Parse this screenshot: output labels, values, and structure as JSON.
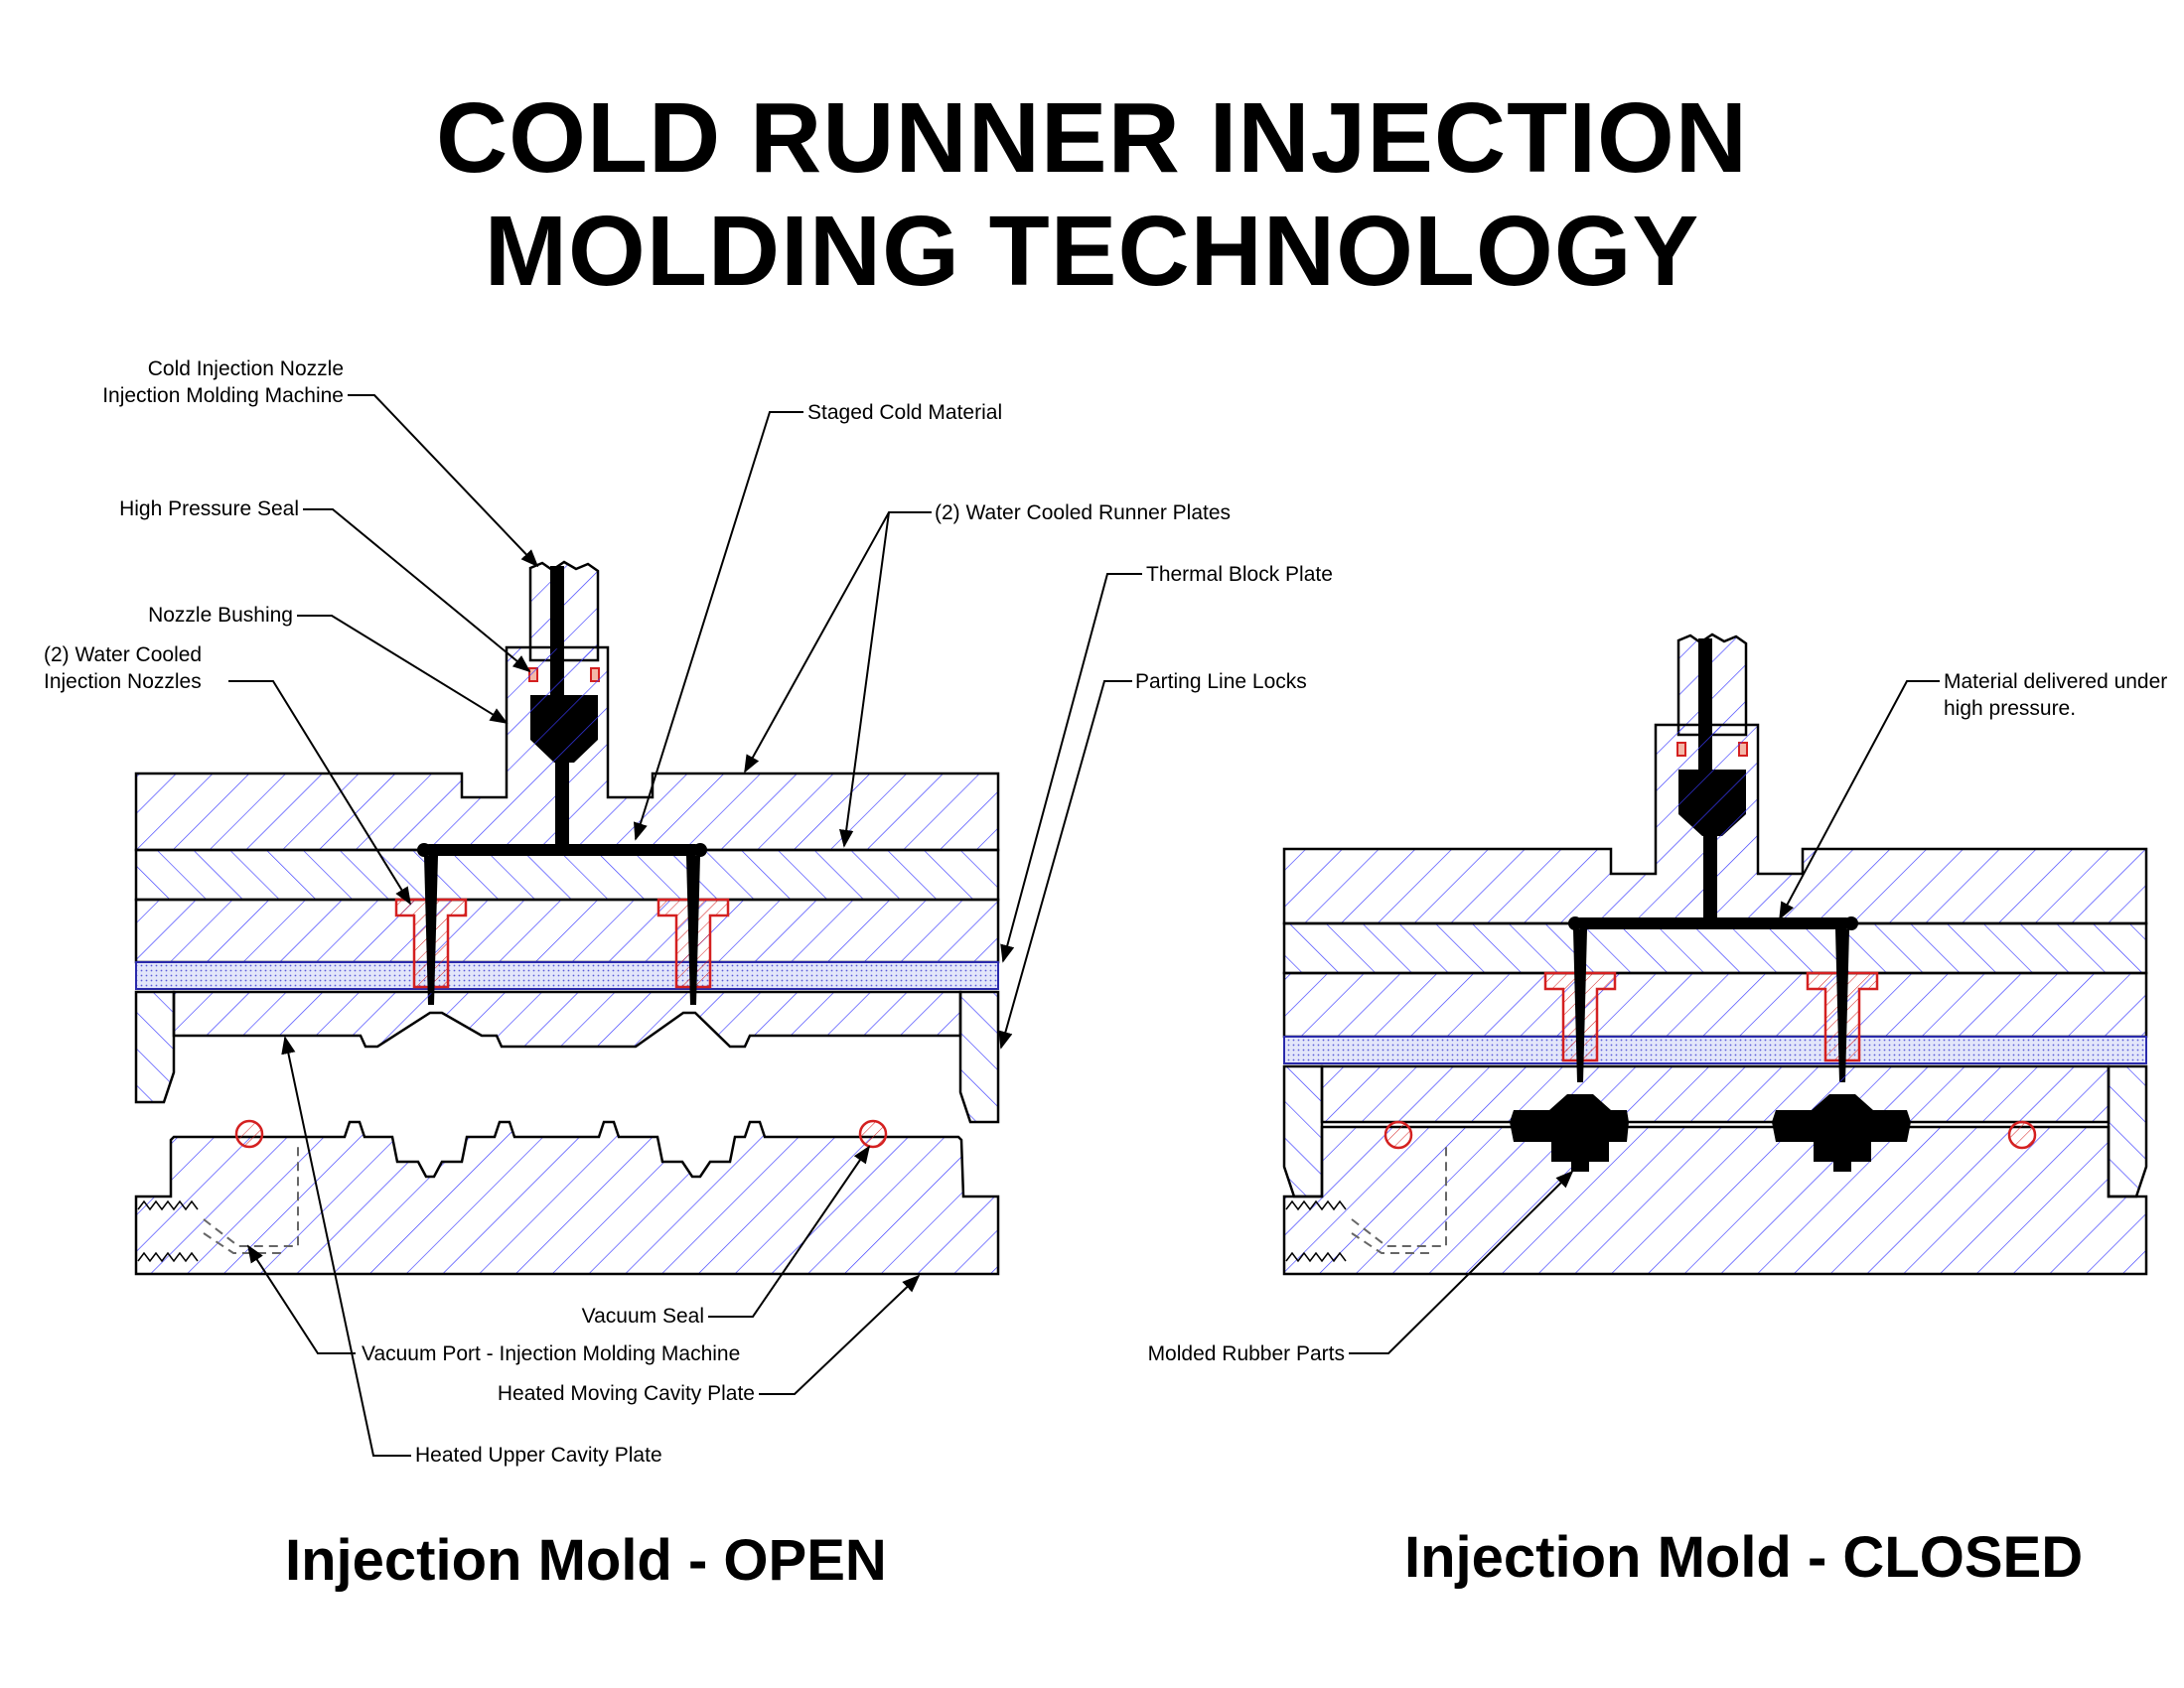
{
  "title": {
    "line1": "COLD RUNNER INJECTION",
    "line2": "MOLDING TECHNOLOGY"
  },
  "captions": {
    "open": "Injection Mold - OPEN",
    "closed": "Injection Mold - CLOSED"
  },
  "labels": {
    "cold_nozzle_1": "Cold Injection Nozzle",
    "cold_nozzle_2": "Injection Molding Machine",
    "staged_cold_material": "Staged Cold Material",
    "high_pressure_seal": "High Pressure Seal",
    "runner_plates": "(2) Water Cooled Runner Plates",
    "thermal_block_plate": "Thermal Block Plate",
    "nozzle_bushing": "Nozzle Bushing",
    "injection_nozzles_1": "(2) Water Cooled",
    "injection_nozzles_2": "Injection Nozzles",
    "parting_line_locks": "Parting Line Locks",
    "material_delivered_1": "Material delivered under",
    "material_delivered_2": "high pressure.",
    "vacuum_seal": "Vacuum Seal",
    "vacuum_port": "Vacuum Port - Injection Molding Machine",
    "heated_moving_plate": "Heated Moving Cavity Plate",
    "heated_upper_plate": "Heated Upper Cavity Plate",
    "molded_rubber_parts": "Molded Rubber Parts"
  },
  "colors": {
    "outline": "#000000",
    "hatch": "#3a3aff",
    "thermal_block": "#c8cdf0",
    "nozzle_red": "#d42020",
    "nozzle_fill": "#f6c9c9",
    "seal_fill": "#f3b7a8",
    "material": "#000000"
  }
}
